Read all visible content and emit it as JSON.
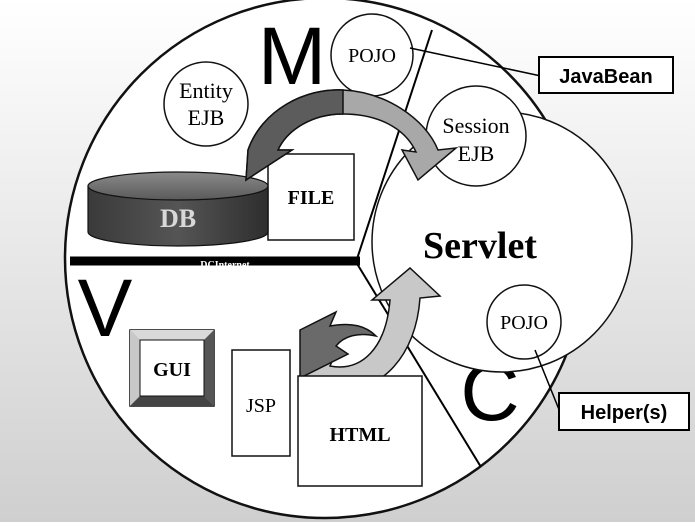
{
  "diagram": {
    "letters": {
      "model": "M",
      "view": "V",
      "controller": "C"
    },
    "nodes": {
      "pojo_top": "POJO",
      "entity_ejb": [
        "Entity",
        "EJB"
      ],
      "session_ejb": [
        "Session",
        "EJB"
      ],
      "db": "DB",
      "file": "FILE",
      "dcinternet": "DCInternet",
      "servlet": "Servlet",
      "pojo_bottom": "POJO",
      "gui": "GUI",
      "jsp": "JSP",
      "html": "HTML"
    },
    "callouts": {
      "javabean": "JavaBean",
      "helpers": "Helper(s)"
    }
  }
}
